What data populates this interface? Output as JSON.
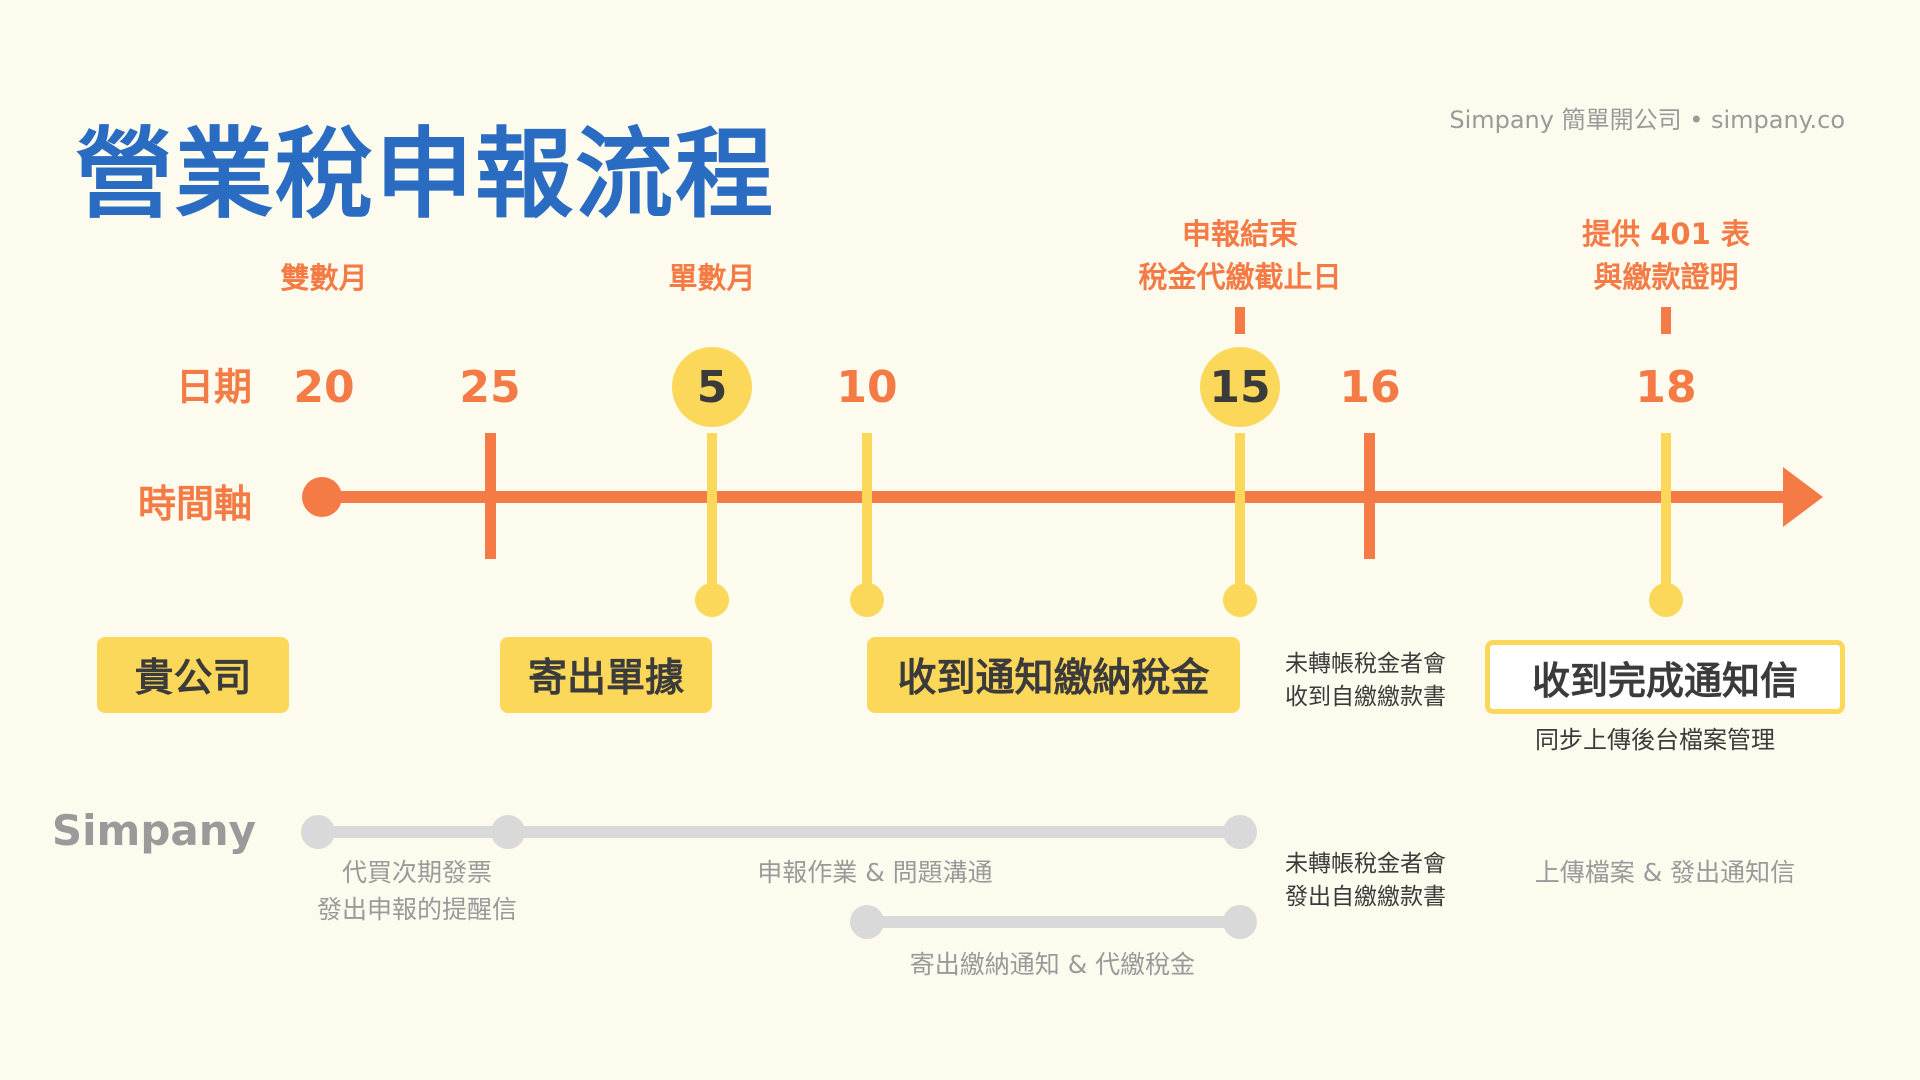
{
  "title": "營業稅申報流程",
  "brand": "Simpany 簡單開公司 • simpany.co",
  "row_labels": {
    "date": "日期",
    "timeline": "時間軸",
    "simpany": "Simpany"
  },
  "dates": [
    "20",
    "25",
    "5",
    "10",
    "15",
    "16",
    "18"
  ],
  "highlighted_dates": [
    "5",
    "15"
  ],
  "top_labels": [
    {
      "lines": [
        "雙數月"
      ]
    },
    {
      "lines": [
        "單數月"
      ]
    },
    {
      "lines": [
        "申報結束",
        "稅金代繳截止日"
      ]
    },
    {
      "lines": [
        "提供 401 表",
        "與繳款證明"
      ]
    }
  ],
  "company_steps": {
    "company": "貴公司",
    "send_docs": "寄出單據",
    "receive_notice": "收到通知繳納稅金",
    "unpaid_note": [
      "未轉帳稅金者會",
      "收到自繳繳款書"
    ],
    "complete": "收到完成通知信",
    "sync_note": "同步上傳後台檔案管理"
  },
  "simpany_steps": {
    "invoice": [
      "代買次期發票",
      "發出申報的提醒信"
    ],
    "filing": "申報作業 & 問題溝通",
    "payment": "寄出繳納通知 & 代繳稅金",
    "unpaid_note": [
      "未轉帳稅金者會",
      "發出自繳繳款書"
    ],
    "upload": "上傳檔案 & 發出通知信"
  },
  "colors": {
    "title": "#2a6cc2",
    "orange": "#f47b45",
    "yellow": "#fbd85a",
    "gray": "#d9d9d9",
    "background": "#fdfbee"
  }
}
